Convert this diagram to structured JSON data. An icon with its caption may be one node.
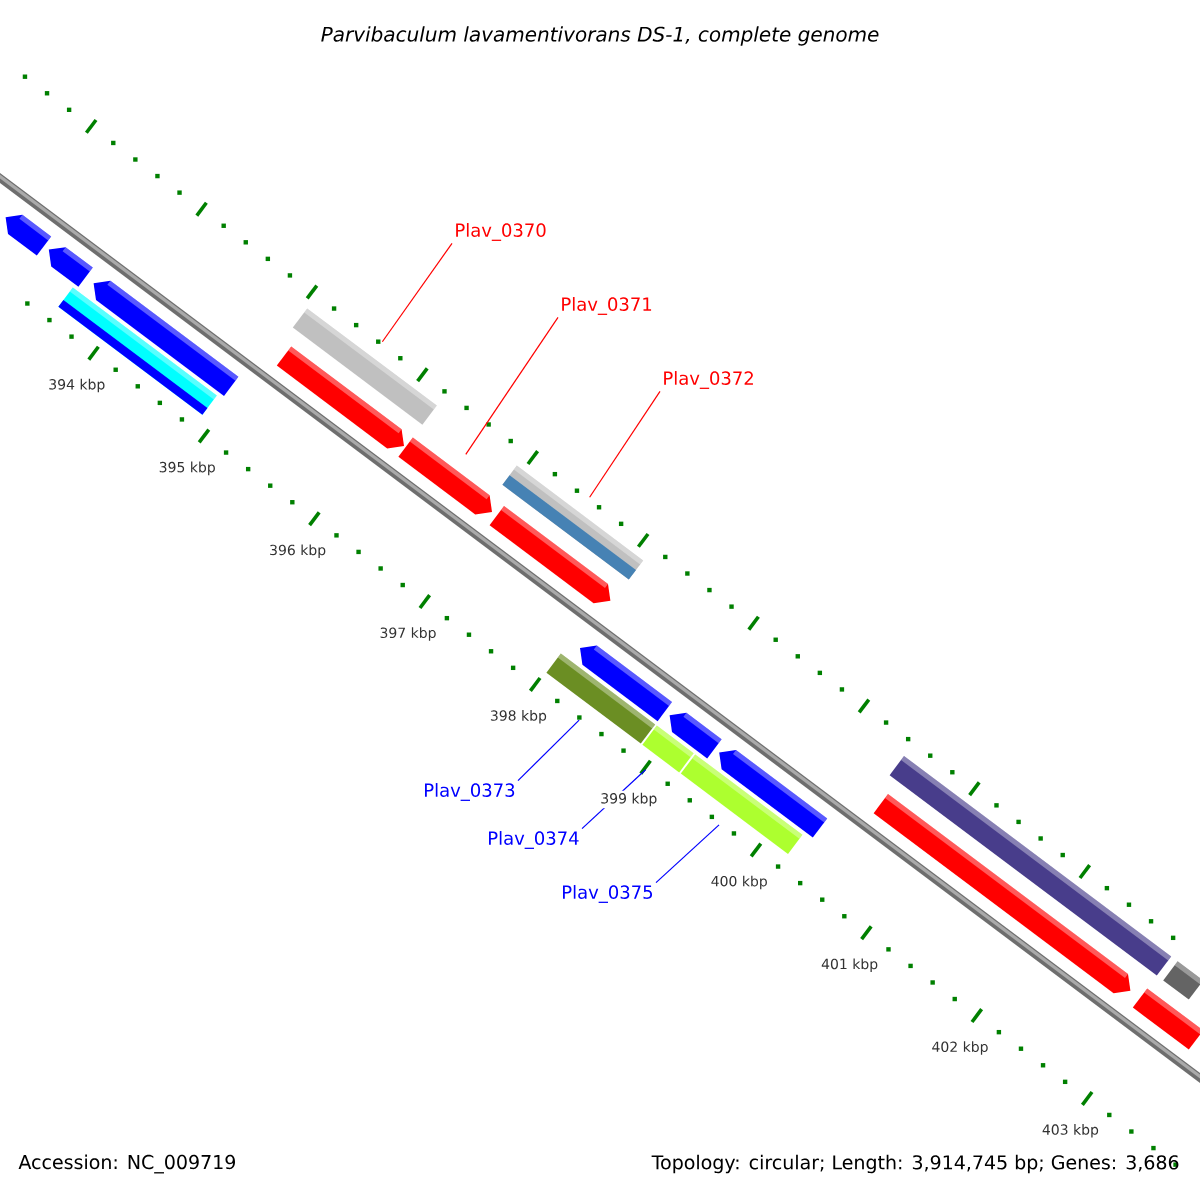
{
  "diagram": {
    "title": "Parvibaculum lavamentivorans DS-1, complete genome",
    "nodes": [
      {
        "text": [
          "Plav_0370"
        ]
      },
      {
        "text": [],
        "shape": "bar"
      },
      {
        "text": [
          "Plav_0371"
        ]
      },
      {
        "text": [],
        "shape": "bar"
      },
      {
        "text": [
          "Plav_0372"
        ]
      },
      {
        "text": [],
        "shape": "bar"
      },
      {
        "text": [
          "Plav_0373"
        ]
      },
      {
        "text": [],
        "shape": "bar"
      },
      {
        "text": [
          "Plav_0374"
        ]
      },
      {
        "text": [],
        "shape": "bar"
      },
      {
        "text": [
          "Plav_0375"
        ]
      },
      {
        "text": [],
        "shape": "bar"
      },
      {
        "text": [],
        "shape": "bar"
      },
      {
        "text": [],
        "shape": "bar"
      },
      {
        "text": [],
        "shape": "bar"
      },
      {
        "text": [],
        "shape": "bar"
      },
      {
        "text": [],
        "shape": "bar"
      },
      {
        "text": [],
        "shape": "bar"
      },
      {
        "text": [],
        "shape": "bar"
      },
      {
        "text": [],
        "shape": "bar"
      },
      {
        "text": [],
        "shape": "bar"
      },
      {
        "text": [],
        "shape": "bar"
      },
      {
        "text": [],
        "shape": "bar"
      },
      {
        "text": [],
        "shape": "bar"
      },
      {
        "text": [],
        "shape": "bar"
      }
    ],
    "edges": [
      {
        "from": 0,
        "to": 1,
        "arrow": "none",
        "color": "#ff0000"
      },
      {
        "from": 2,
        "to": 3,
        "arrow": "none",
        "color": "#ff0000"
      },
      {
        "from": 4,
        "to": 5,
        "arrow": "none",
        "color": "#ff0000"
      },
      {
        "from": 6,
        "to": 7,
        "arrow": "none",
        "color": "#0000ff"
      },
      {
        "from": 8,
        "to": 9,
        "arrow": "none",
        "color": "#0000ff"
      },
      {
        "from": 10,
        "to": 11,
        "arrow": "none",
        "color": "#0000ff"
      }
    ],
    "labels": [
      "394 kbp",
      "395 kbp",
      "396 kbp",
      "397 kbp",
      "398 kbp",
      "399 kbp",
      "400 kbp",
      "401 kbp",
      "402 kbp",
      "403 kbp",
      "Accession: NC_009719",
      "Topology: circular; Length: 3,914,745 bp; Genes: 3,686"
    ]
  }
}
